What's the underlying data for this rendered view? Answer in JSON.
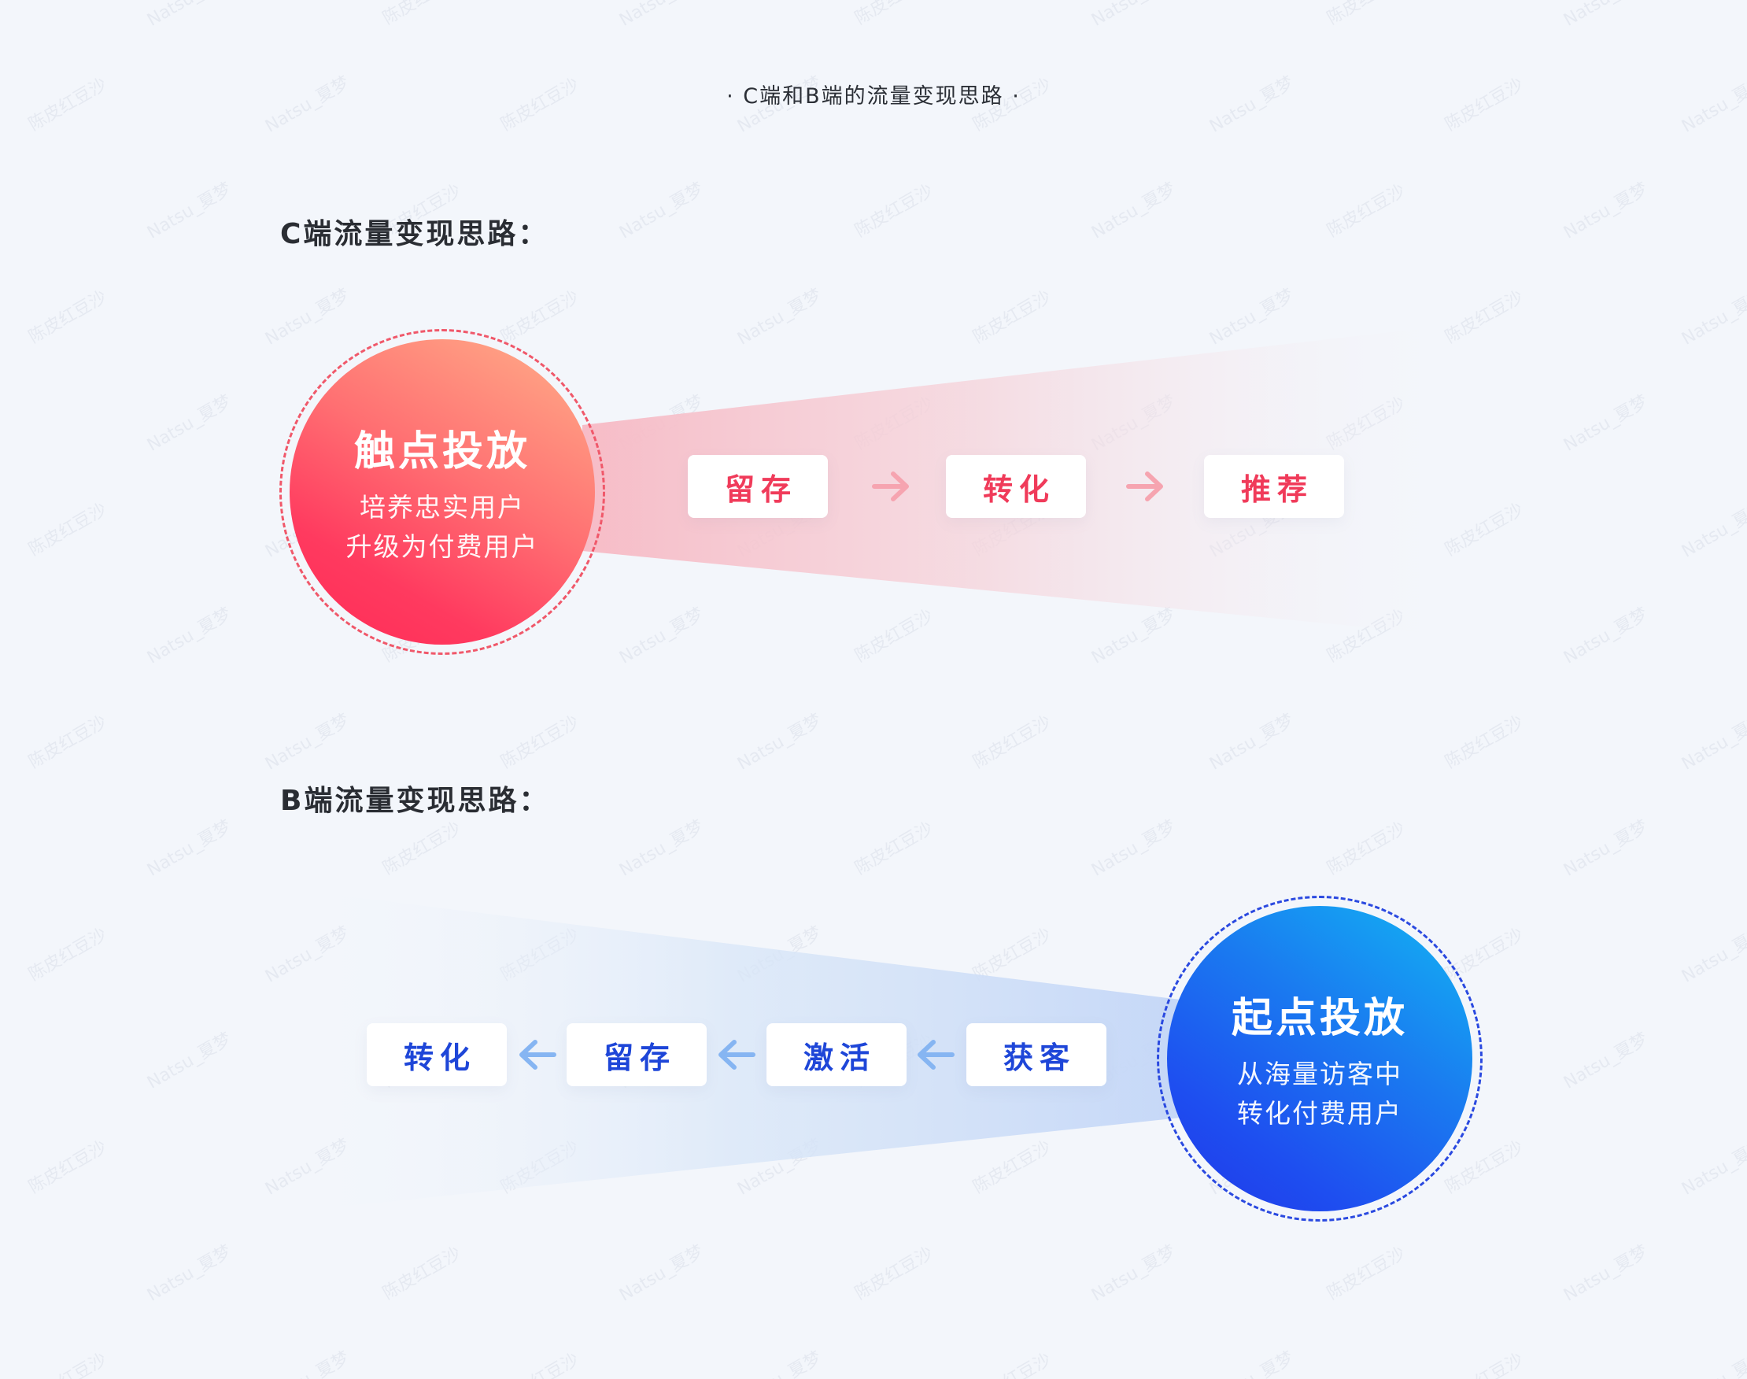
{
  "page": {
    "title": "· C端和B端的流量变现思路 ·"
  },
  "c_section": {
    "heading": "C端流量变现思路：",
    "circle": {
      "title": "触点投放",
      "lines": [
        "培养忠实用户",
        "升级为付费用户"
      ]
    },
    "steps": [
      "留存",
      "转化",
      "推荐"
    ],
    "accent_color": "#f03b5a"
  },
  "b_section": {
    "heading": "B端流量变现思路：",
    "circle": {
      "title": "起点投放",
      "lines": [
        "从海量访客中",
        "转化付费用户"
      ]
    },
    "steps": [
      "获客",
      "激活",
      "留存",
      "转化"
    ],
    "accent_color": "#1e46d8"
  },
  "watermark": {
    "text_a": "陈皮红豆沙",
    "text_b": "Natsu_夏梦"
  }
}
